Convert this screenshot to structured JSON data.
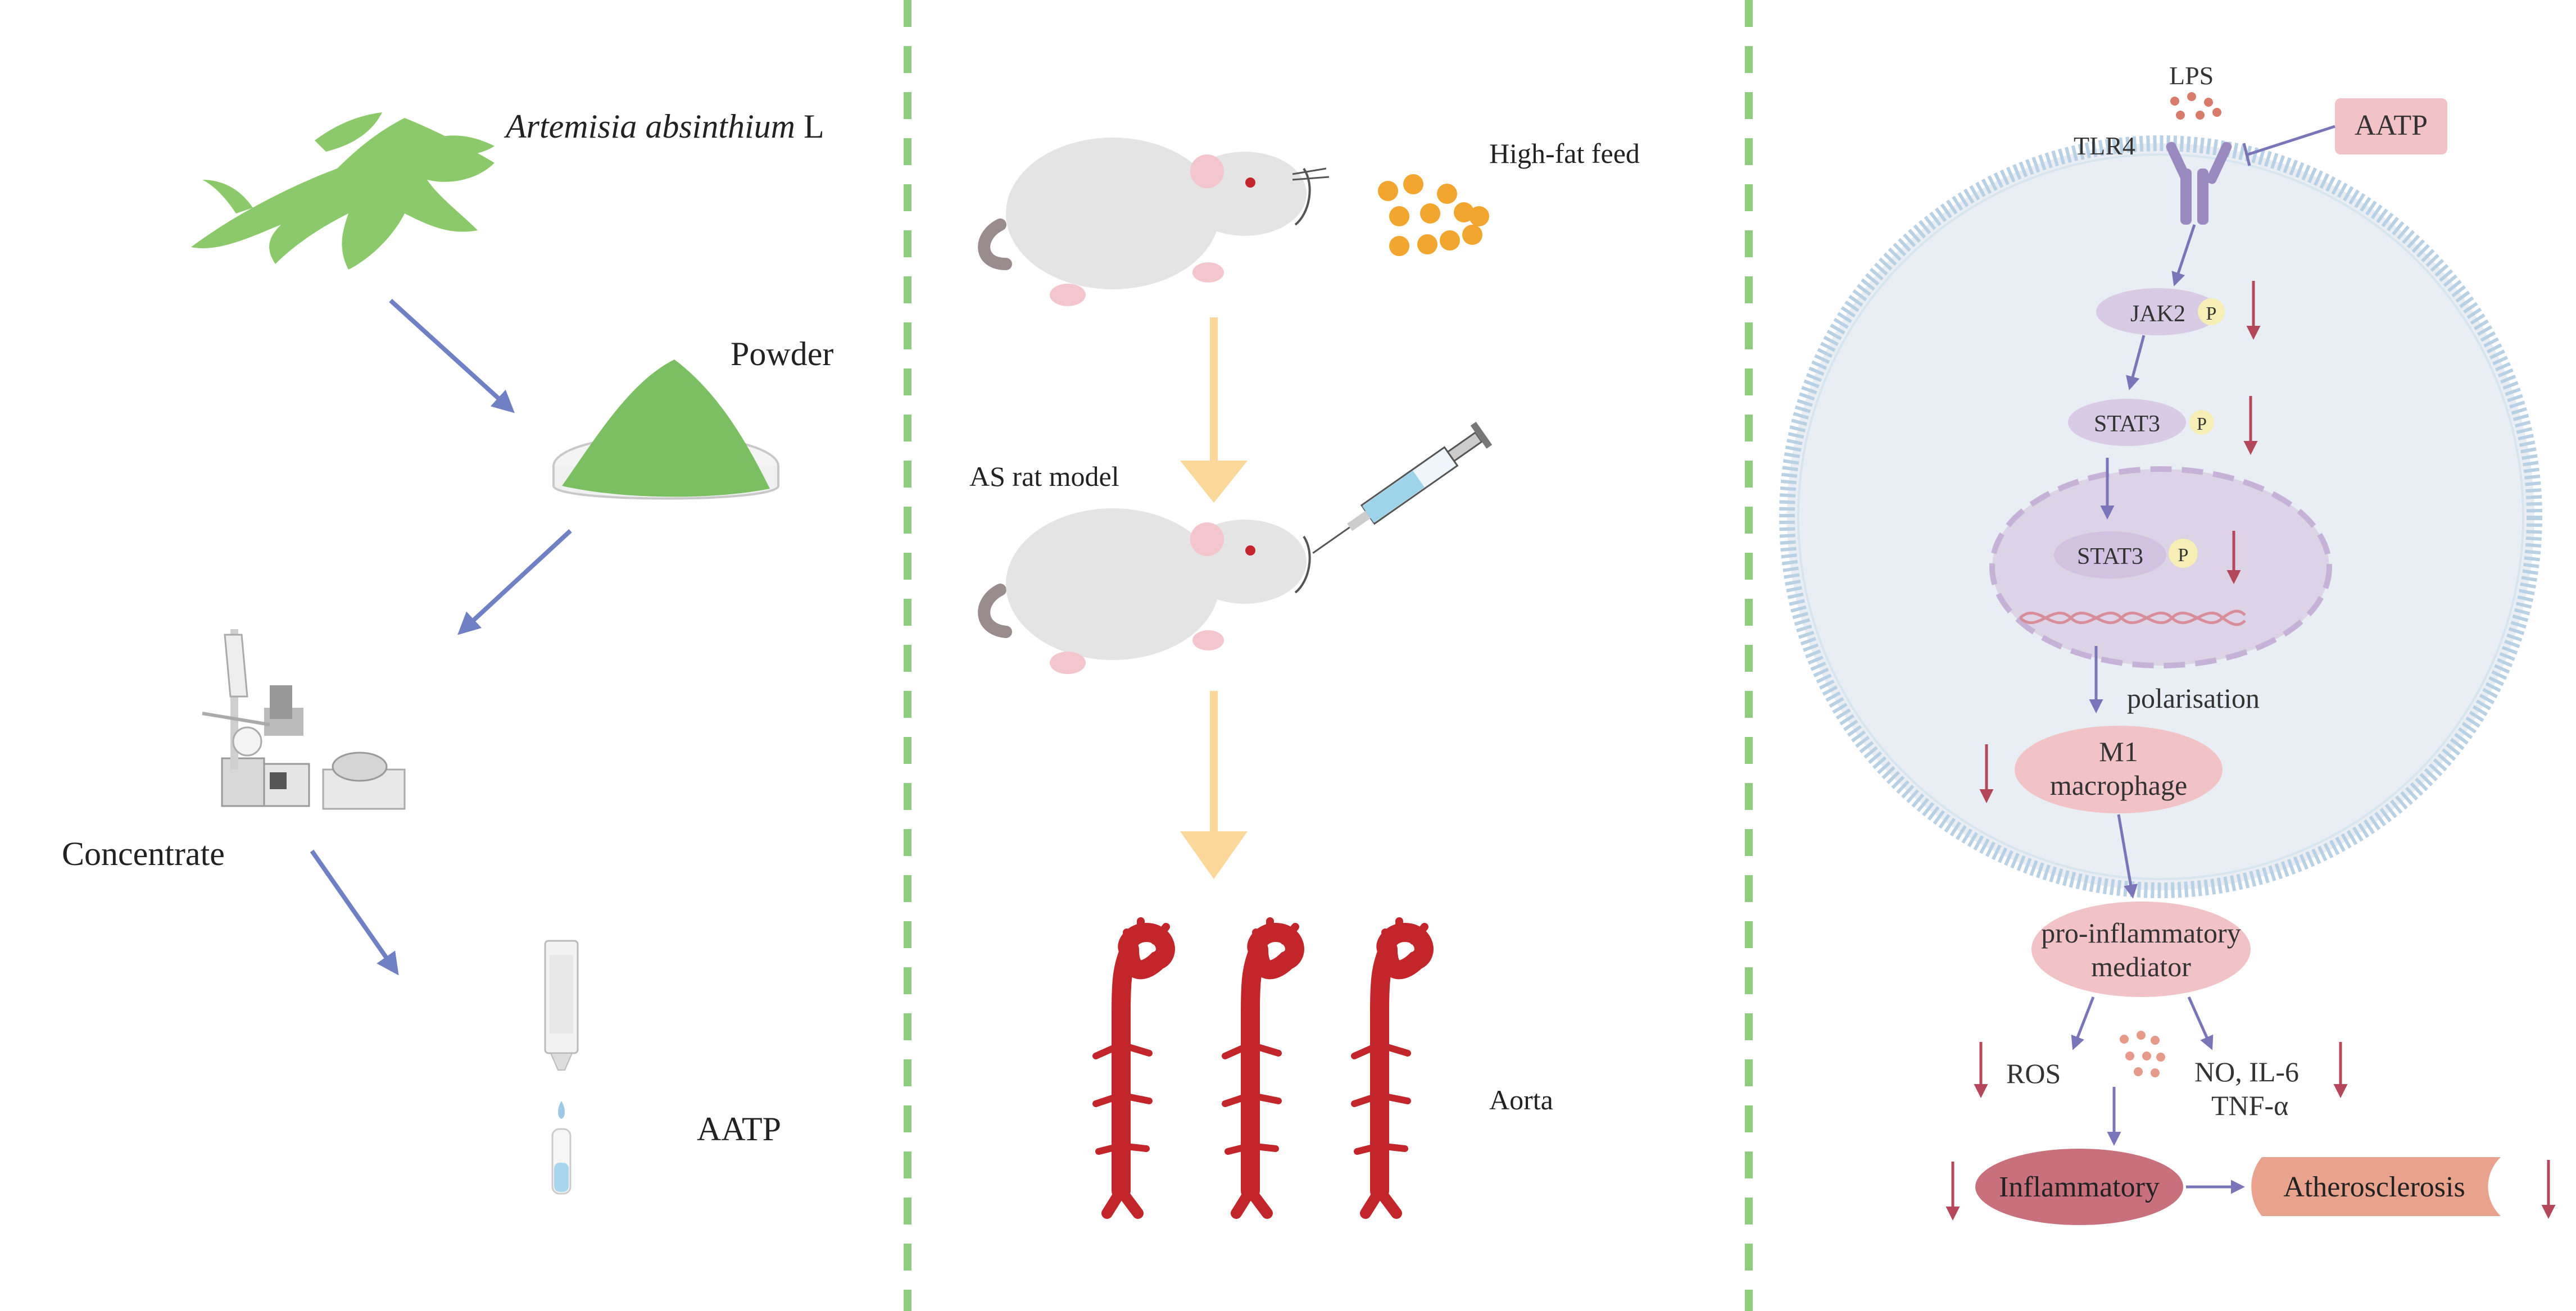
{
  "colors": {
    "divider": "#8fce7f",
    "flow_arrow": "#6f80c4",
    "yellow_arrow": "#fbd79a",
    "pathway_arrow": "#7a75b8",
    "down_arrow": "#b5475a",
    "membrane": "#a9c7df",
    "cell_fill": "#e8eef4",
    "nucleus_fill": "#ddd3e6",
    "leaf": "#8cc96a",
    "powder": "#7cbf62",
    "rat": "#e4e4e4",
    "pellet": "#f2a52f",
    "aorta": "#c2262b",
    "receptor": "#9b8ac0",
    "protein_oval": "#d9cbe6",
    "phospho": "#f6eeb4",
    "pink_box": "#f2c3c6",
    "inflammatory": "#c9707d",
    "atherosclerosis": "#e8a28e"
  },
  "left_panel": {
    "plant_label_italic": "Artemisia absinthium",
    "plant_label_suffix": " L",
    "powder_label": "Powder",
    "concentrate_label": "Concentrate",
    "product_label": "AATP"
  },
  "middle_panel": {
    "feed_label": "High-fat feed",
    "model_label": "AS rat model",
    "aorta_label": "Aorta"
  },
  "right_panel": {
    "lps": "LPS",
    "tlr4": "TLR4",
    "aatp": "AATP",
    "jak2": "JAK2",
    "stat3_cyto": "STAT3",
    "stat3_nuc": "STAT3",
    "phospho": "P",
    "polarisation": "polarisation",
    "m1_line1": "M1",
    "m1_line2": "macrophage",
    "mediator_line1": "pro-inflammatory",
    "mediator_line2": "mediator",
    "ros": "ROS",
    "no_line1": "NO, IL-6",
    "no_line2": "TNF-α",
    "inflammatory": "Inflammatory",
    "atherosclerosis": "Atherosclerosis"
  }
}
